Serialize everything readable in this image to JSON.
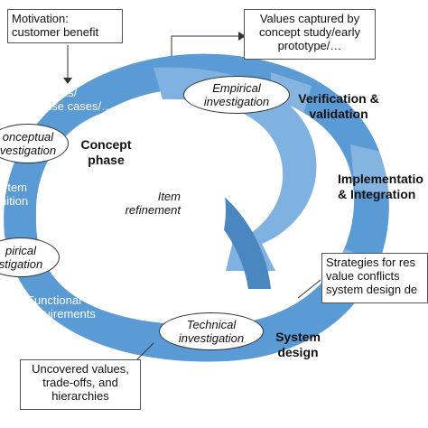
{
  "boxes": {
    "motivation": "Motivation:\ncustomer benefit",
    "values_captured": "Values captured by\nconcept study/early\nprototype/…",
    "strategies": "Strategies for res\nvalue conflicts\nsystem design de",
    "uncovered": "Uncovered values,\ntrade-offs, and\nhierarchies"
  },
  "ovals": {
    "empirical_top": "Empirical\ninvestigation",
    "conceptual_left": "onceptual\nvestigation",
    "empirical_left": "pirical\nstigation",
    "technical": "Technical\ninvestigation"
  },
  "phases": {
    "concept": "Concept\nphase",
    "verification": "Verification &\nvalidation",
    "implementation": "Implementatio\n& Integration",
    "system_design": "System\ndesign"
  },
  "ring_labels": {
    "ideas": "Ideas/\nuse cases/…",
    "item_definition": "tem\nnition",
    "functional": "Functional\nrequirements",
    "item_refinement": "Item\nrefinement"
  },
  "colors": {
    "ring": "#5b9bd5",
    "ring_dark": "#4a86c0",
    "ring_light": "#7fb2e0"
  }
}
